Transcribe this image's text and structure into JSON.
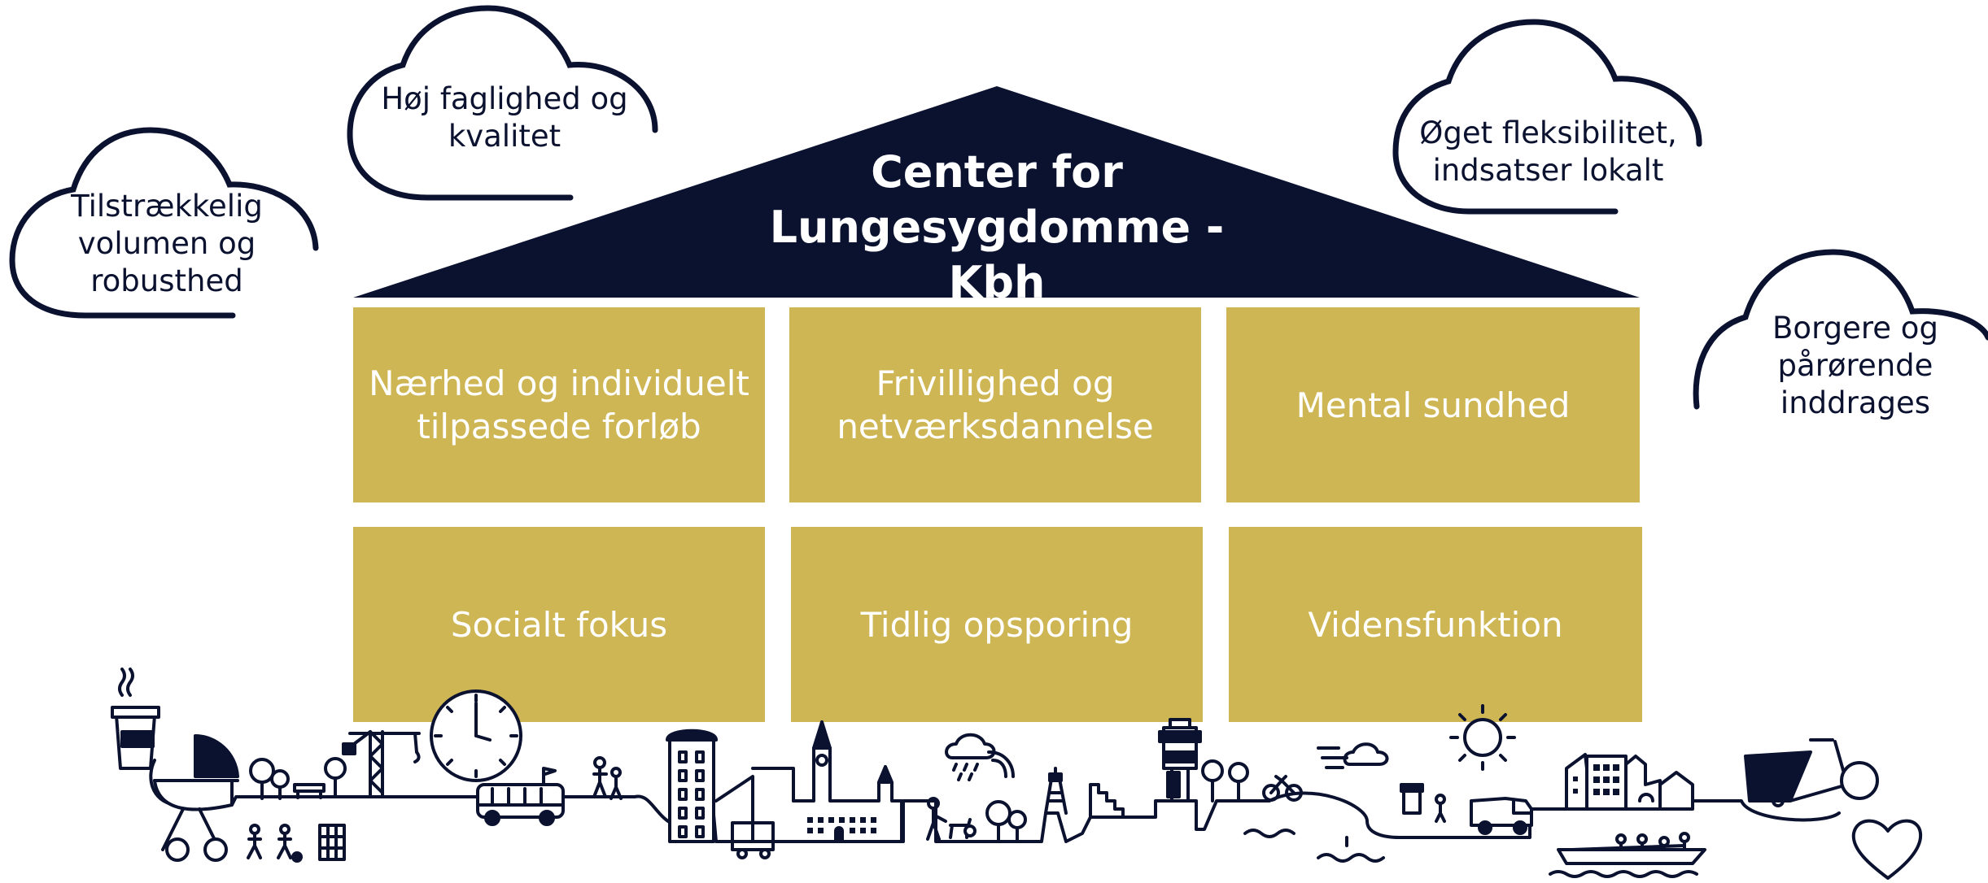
{
  "header": {
    "title_line1": "Center for",
    "title_line2": "Lungesygdomme - Kbh"
  },
  "clouds": [
    {
      "id": "volumen",
      "text": "Tilstrækkelig\nvolumen og\nrobusthed"
    },
    {
      "id": "faglighed",
      "text": "Høj faglighed og\nkvalitet"
    },
    {
      "id": "fleksibilitet",
      "text": "Øget fleksibilitet,\nindsatser lokalt"
    },
    {
      "id": "borgere",
      "text": "Borgere og\npårørende\ninddrages"
    }
  ],
  "pillars": [
    {
      "id": "naerhed",
      "text": "Nærhed og individuelt\ntilpassede forløb"
    },
    {
      "id": "frivillighed",
      "text": "Frivillighed og\nnetværksdannelse"
    },
    {
      "id": "mental",
      "text": "Mental sundhed"
    },
    {
      "id": "social",
      "text": "Socialt fokus"
    },
    {
      "id": "tidlig",
      "text": "Tidlig opsporing"
    },
    {
      "id": "viden",
      "text": "Vidensfunktion"
    }
  ],
  "colors": {
    "navy": "#0b1230",
    "gold": "#cdb653",
    "white": "#ffffff"
  },
  "icons": [
    "coffee-cup-icon",
    "pram-icon",
    "tree-icon",
    "bench-icon",
    "crane-icon",
    "clock-icon",
    "bus-icon",
    "walking-people-icon",
    "tower-building-icon",
    "church-icon",
    "rain-cloud-icon",
    "person-dog-icon",
    "lighthouse-icon",
    "stairs-building-icon",
    "water-tower-icon",
    "bicycle-icon",
    "wind-cloud-icon",
    "sun-icon",
    "garbage-truck-icon",
    "townhouses-icon",
    "boat-icon",
    "cargo-bike-icon",
    "heart-icon"
  ]
}
